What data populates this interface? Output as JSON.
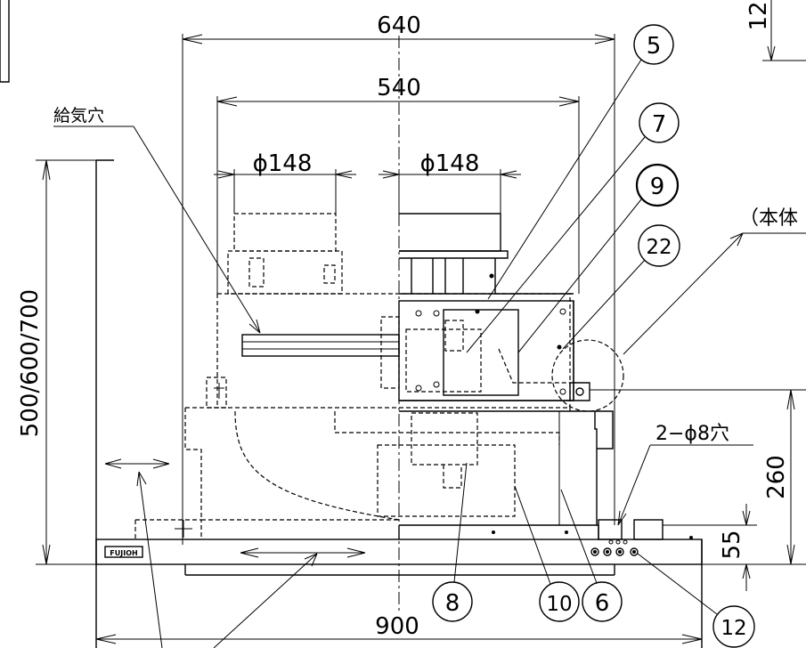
{
  "dimensions": {
    "width_640": "640",
    "width_540": "540",
    "phi_left": "ϕ148",
    "phi_right": "ϕ148",
    "height_500": "500/600/700",
    "height_260": "260",
    "height_55": "55",
    "width_900": "900",
    "top_right_partial": "12",
    "hole_label": "2−ϕ8穴"
  },
  "labels": {
    "supply_hole": "給気穴",
    "body_partial": "（本体"
  },
  "part_numbers": [
    "5",
    "7",
    "9",
    "22",
    "8",
    "10",
    "6",
    "12"
  ],
  "brand_plate": "FUJIOH"
}
